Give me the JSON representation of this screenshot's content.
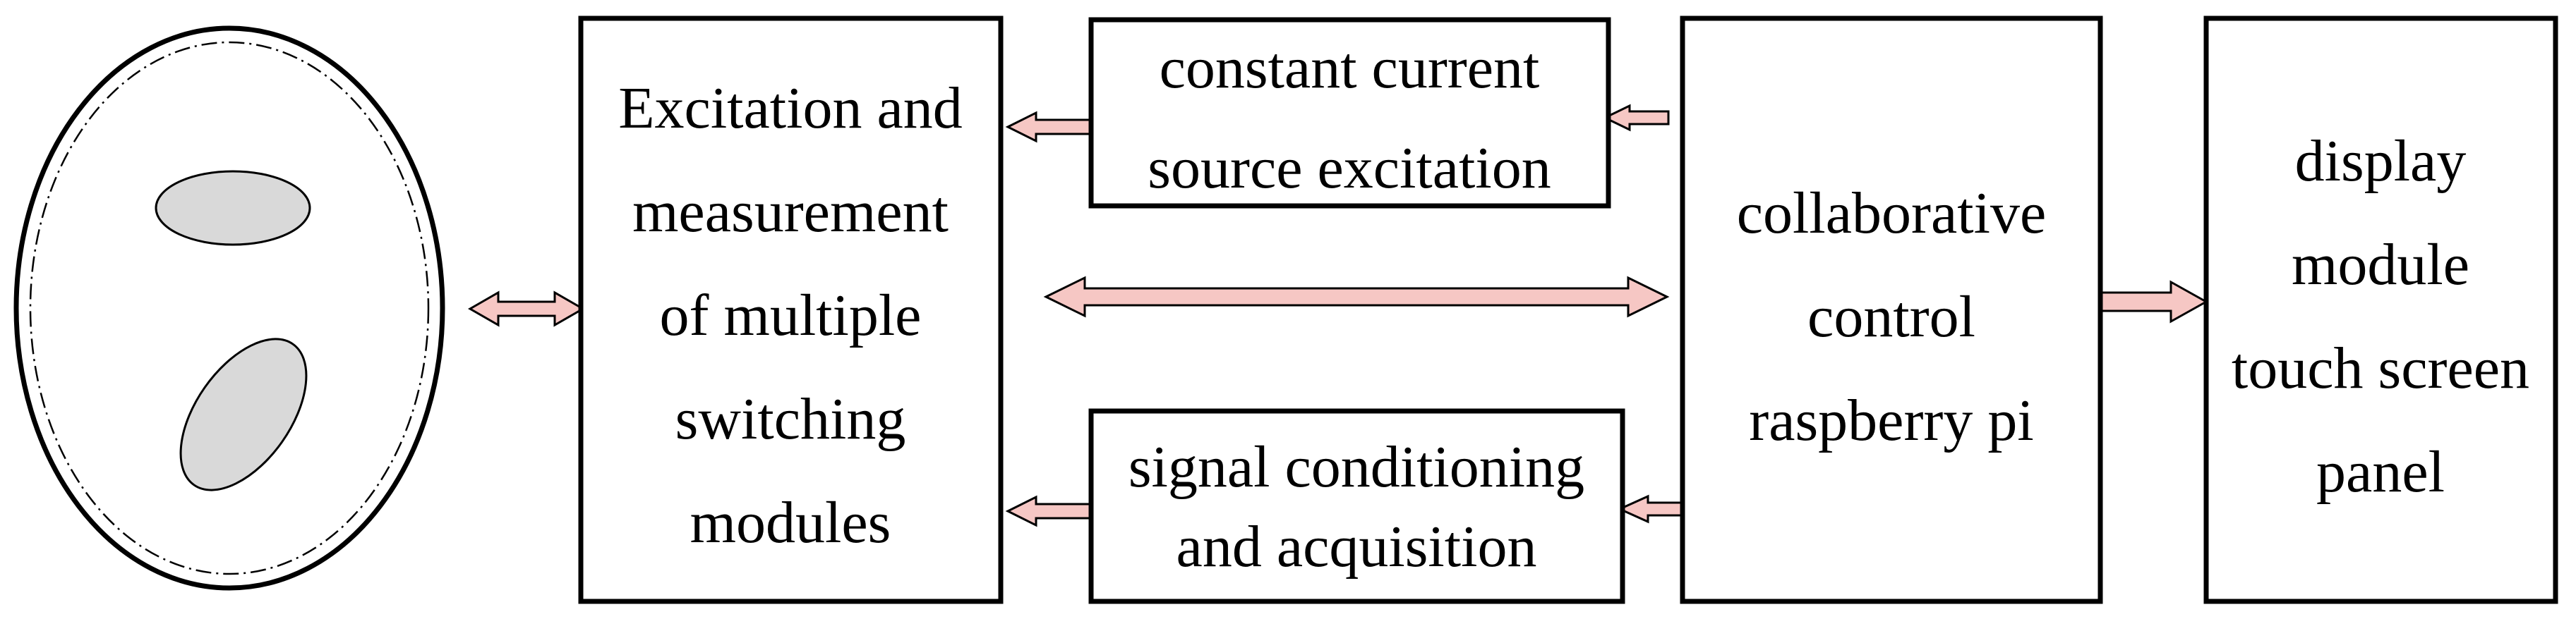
{
  "diagram": {
    "colors": {
      "arrow_fill": "#f6c7c4",
      "ellipse_fill": "#d9d9d9",
      "stroke": "#000000",
      "background": "#ffffff"
    },
    "boxes": {
      "excitation_measurement": {
        "lines": [
          "Excitation and",
          "measurement",
          "of multiple",
          "switching",
          "modules"
        ]
      },
      "constant_current": {
        "lines": [
          "constant current",
          "source excitation"
        ]
      },
      "signal_conditioning": {
        "lines": [
          "signal conditioning",
          "and acquisition"
        ]
      },
      "collaborative_control": {
        "lines": [
          "collaborative",
          "control",
          "raspberry pi"
        ]
      },
      "display_module": {
        "lines": [
          "display",
          "module",
          "touch screen",
          "panel"
        ]
      }
    }
  }
}
